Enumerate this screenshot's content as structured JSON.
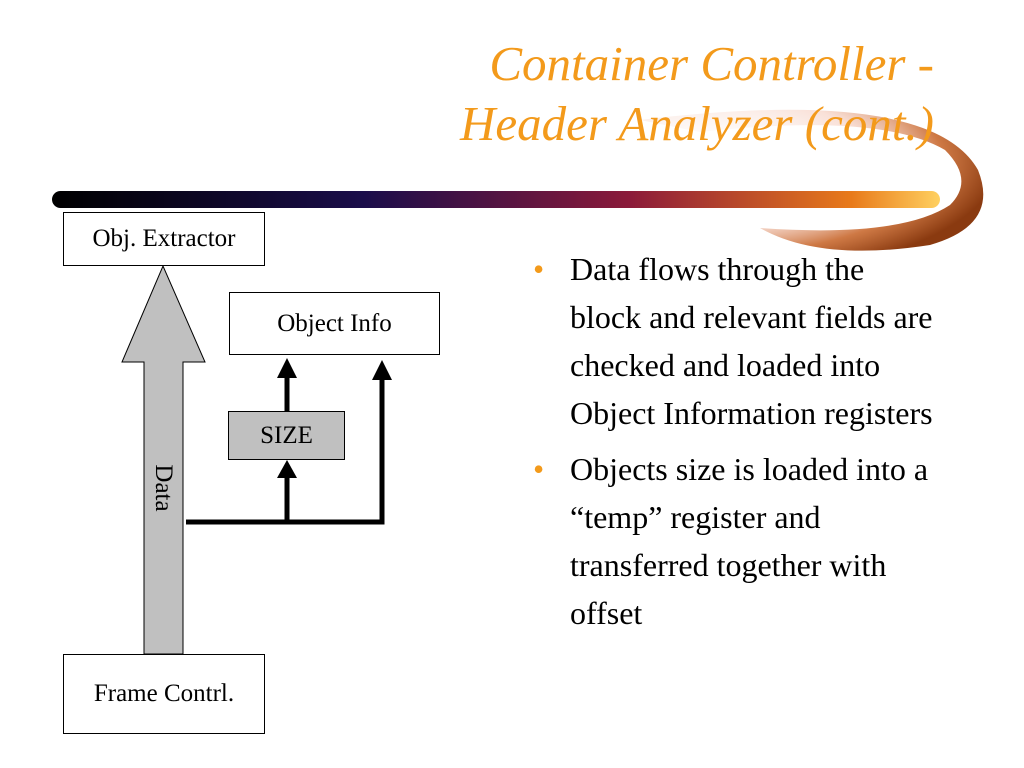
{
  "title": {
    "line1": "Container Controller -",
    "line2": "Header Analyzer (cont.)"
  },
  "diagram": {
    "boxes": {
      "obj_extractor": "Obj. Extractor",
      "object_info": "Object Info",
      "size": "SIZE",
      "frame_contrl": "Frame Contrl."
    },
    "arrow_label": "Data"
  },
  "bullets": [
    "Data flows through the block and relevant fields are checked and loaded into Object Information registers",
    "Objects size is loaded into a “temp” register and transferred together with offset"
  ],
  "colors": {
    "title": "#f39a1b",
    "bullet": "#f39a1b",
    "accent_bar_start": "#000000",
    "accent_bar_mid": "#8b1a3a",
    "accent_bar_end": "#f39a1b",
    "size_fill": "#c0c0c0",
    "data_arrow_fill": "#c0c0c0"
  }
}
